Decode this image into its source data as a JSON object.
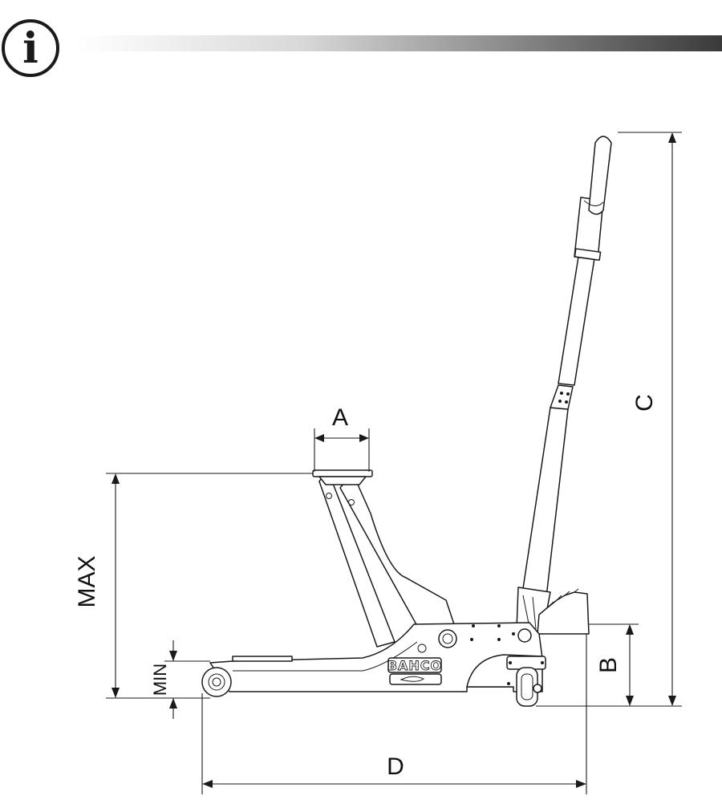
{
  "info_icon": {
    "glyph": "i",
    "color": "#1a1a1a"
  },
  "header_bar": {
    "gradient_start": "#ffffff",
    "gradient_end": "#3a3a3a"
  },
  "dimensions": {
    "a_label": "A",
    "b_label": "B",
    "c_label": "C",
    "d_label": "D",
    "max_label": "MAX",
    "min_label": "MIN"
  },
  "product": {
    "brand": "BAHCO"
  }
}
